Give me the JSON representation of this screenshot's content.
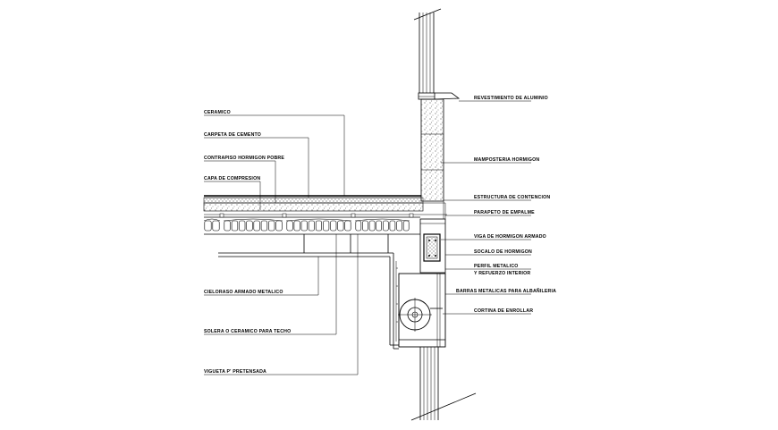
{
  "labels_left": [
    "CERAMICO",
    "CARPETA DE CEMENTO",
    "CONTRAPISO HORMIGON POBRE",
    "CAPA DE COMPRESION",
    "CIELORASO ARMADO METALICO",
    "SOLERA O CERAMICO PARA TECHO",
    "VIGUETA P' PRETENSADA"
  ],
  "labels_right": [
    "REVESTIMIENTO DE ALUMINIO",
    "MAMPOSTERIA HORMIGON",
    "ESTRUCTURA DE CONTENCION",
    "PARAPETO DE EMPALME",
    "VIGA DE HORMIGON ARMADO",
    "SOCALO DE HORMIGON",
    "PERFIL METALICO",
    "Y REFUERZO INTERIOR",
    "BARRAS METALICAS PARA ALBAÑILERIA",
    "CORTINA DE ENROLLAR"
  ]
}
